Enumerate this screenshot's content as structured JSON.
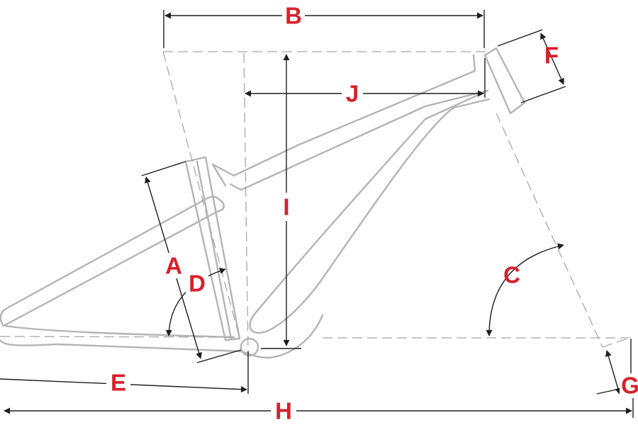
{
  "colors": {
    "label": "#d8202b",
    "frame": "#b4b4b4",
    "reference_line": "#a8a8a8",
    "dimension_line": "#1e1e1e"
  },
  "labels": {
    "A": "A",
    "B": "B",
    "C": "C",
    "D": "D",
    "E": "E",
    "F": "F",
    "G": "G",
    "H": "H",
    "I": "I",
    "J": "J"
  }
}
